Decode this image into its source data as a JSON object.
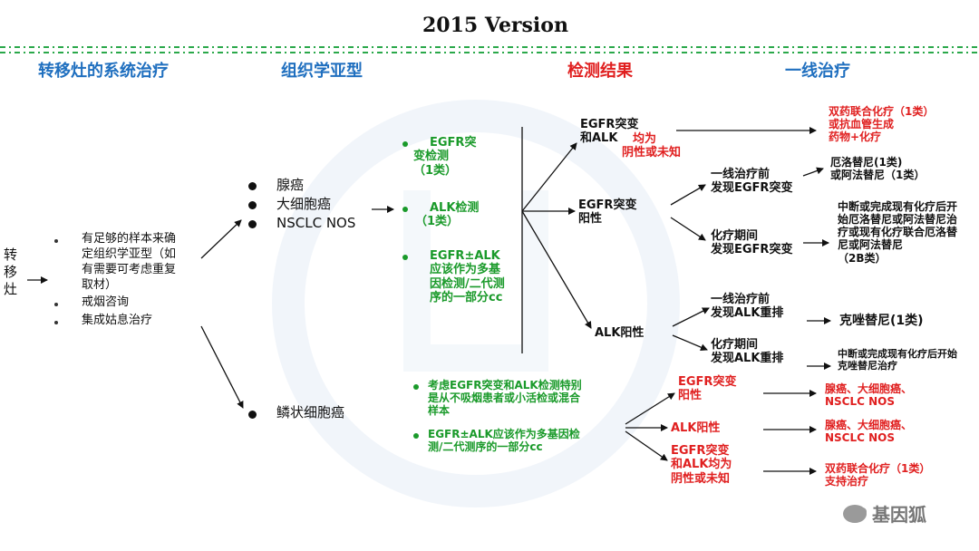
{
  "title": "2015 Version",
  "colors": {
    "blue_header": "#1f6fbf",
    "red": "#e02020",
    "green": "#1a9a2a",
    "divider": "#2aa84a"
  },
  "headers": {
    "col1": "转移灶的系统治疗",
    "col2": "组织学亚型",
    "col3": "检测结果",
    "col4": "一线治疗"
  },
  "left": {
    "vertical": "转\n移\n灶",
    "bullets": [
      "有足够的样本来确\n定组织学亚型（如\n有需要可考虑重复\n取材）",
      "戒烟咨询",
      "集成姑息治疗"
    ]
  },
  "histology": {
    "top": [
      "腺癌",
      "大细胞癌",
      "NSCLC NOS"
    ],
    "bottom": "鳞状细胞癌"
  },
  "tests_top": [
    "EGFR突\n变检测\n（1类）",
    "ALK检测\n（1类）",
    "EGFR±ALK\n应该作为多基\n因检测/二代测\n序的一部分cc"
  ],
  "tests_bottom": [
    "考虑EGFR突变和ALK检测特别\n是从不吸烟患者或小活检或混合\n样本",
    "EGFR±ALK应该作为多基因检\n测/二代测序的一部分cc"
  ],
  "results_top": {
    "negative_a": "EGFR突变\n和ALK",
    "negative_b": "均为\n阴性或未知",
    "egfr": "EGFR突变\n阳性",
    "alk": "ALK阳性"
  },
  "timing": {
    "egfr_before": "一线治疗前\n发现EGFR突变",
    "egfr_during": "化疗期间\n发现EGFR突变",
    "alk_before": "一线治疗前\n发现ALK重排",
    "alk_during": "化疗期间\n发现ALK重排"
  },
  "treatments_top": {
    "negative": "双药联合化疗（1类）\n或抗血管生成\n药物+化疗",
    "egfr_before": "厄洛替尼(1类)\n或阿法替尼（1类）",
    "egfr_during": "中断或完成现有化疗后开\n始厄洛替尼或阿法替尼治\n疗或现有化疗联合厄洛替\n尼或阿法替尼\n（2B类）",
    "alk_before": "克唑替尼(1类)",
    "alk_during": "中断或完成现有化疗后开始\n克唑替尼治疗"
  },
  "results_bottom": {
    "egfr": "EGFR突变\n阳性",
    "alk": "ALK阳性",
    "negative": "EGFR突变\n和ALK均为\n阴性或未知"
  },
  "treatments_bottom": {
    "egfr": "腺癌、大细胞癌、\nNSCLC NOS",
    "alk": "腺癌、大细胞癌、\nNSCLC NOS",
    "negative": "双药联合化疗（1类）\n支持治疗"
  },
  "brand": "基因狐"
}
